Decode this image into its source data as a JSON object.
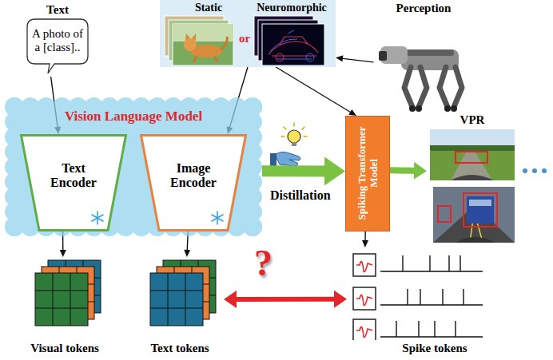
{
  "diagram": {
    "nodes": [
      {
        "text": [
          "Text",
          "A photo of a [class].."
        ]
      },
      {
        "text": [
          "Static",
          "or",
          "Neuromorphic"
        ]
      },
      {
        "text": [
          "Perception"
        ]
      },
      {
        "text": [
          "Vision Language Model"
        ]
      },
      {
        "text": [
          "Text Encoder"
        ],
        "in": 3
      },
      {
        "text": [
          "Image Encoder"
        ],
        "in": 3
      },
      {
        "text": [
          "Spiking Transformer Model"
        ]
      },
      {
        "text": [
          "VPR"
        ]
      },
      {
        "text": [
          "Visual tokens"
        ]
      },
      {
        "text": [
          "Text tokens"
        ]
      },
      {
        "text": [
          "Spike tokens"
        ]
      }
    ],
    "edges": [
      {
        "from": 2,
        "to": 1,
        "arrow": "to"
      },
      {
        "from": 0,
        "to": 4,
        "arrow": "to"
      },
      {
        "from": 1,
        "to": 5,
        "arrow": "to"
      },
      {
        "from": 1,
        "to": 6,
        "arrow": "to"
      },
      {
        "from": 3,
        "to": 6,
        "arrow": "to",
        "label": "Distillation"
      },
      {
        "from": 6,
        "to": 7,
        "arrow": "to"
      },
      {
        "from": 4,
        "to": 8,
        "arrow": "to"
      },
      {
        "from": 5,
        "to": 9,
        "arrow": "to"
      },
      {
        "from": 6,
        "to": 10,
        "arrow": "to"
      },
      {
        "from": 9,
        "to": 10,
        "arrow": "both"
      }
    ],
    "labels": [
      "?"
    ]
  }
}
